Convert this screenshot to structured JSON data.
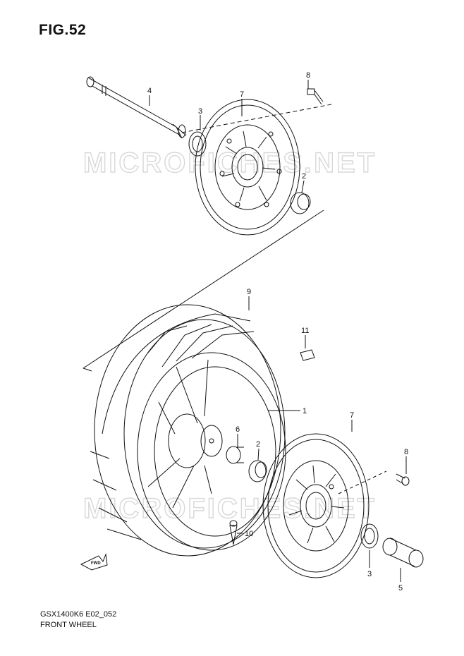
{
  "header": {
    "title": "FIG.52"
  },
  "footer": {
    "model_code": "GSX1400K6 E02_052",
    "part_name": "FRONT WHEEL"
  },
  "watermark": {
    "text": "MICROFICHES.NET"
  },
  "fwd_badge": {
    "text": "FWD"
  },
  "callouts": {
    "c1": "1",
    "c2a": "2",
    "c2b": "2",
    "c3a": "3",
    "c3b": "3",
    "c4": "4",
    "c5": "5",
    "c6": "6",
    "c7a": "7",
    "c7b": "7",
    "c8a": "8",
    "c8b": "8",
    "c9": "9",
    "c10": "10",
    "c11": "11"
  },
  "colors": {
    "line": "#111111",
    "watermark": "#d8d8d8"
  }
}
